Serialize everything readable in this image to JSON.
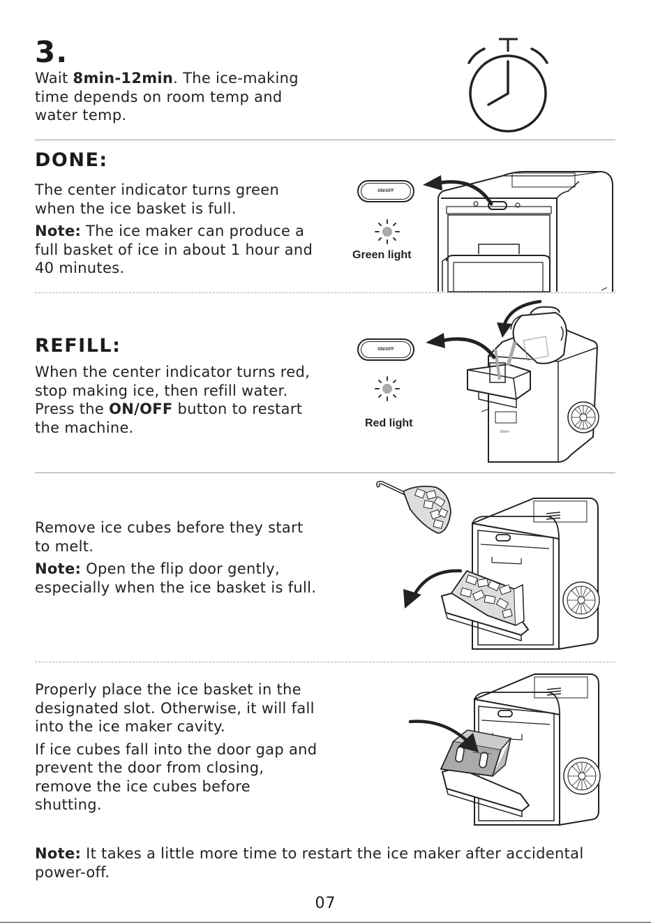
{
  "step3": {
    "number": "3.",
    "text_prefix": "Wait ",
    "text_bold": "8min-12min",
    "text_suffix": ". The ice-making time depends on room temp and water temp."
  },
  "done": {
    "heading": "DONE:",
    "paragraph": "The center indicator turns green when the ice basket is full.",
    "note_label": "Note:",
    "note_text": " The ice maker can produce a full basket of ice in about 1 hour and 40 minutes.",
    "button_label": "ON/OFF",
    "light_label": "Green light"
  },
  "refill": {
    "heading": "REFILL:",
    "text_before": "When the center indicator turns red, stop making ice, then refill water. Press the ",
    "text_bold": "ON/OFF",
    "text_after": " button to restart the machine.",
    "button_label": "ON/OFF",
    "light_label": "Red light"
  },
  "remove": {
    "paragraph": "Remove ice cubes before they start to melt.",
    "note_label": "Note:",
    "note_text": " Open the flip door gently, especially when the ice basket is full."
  },
  "basket": {
    "paragraph1": "Properly place the ice basket in the designated slot. Otherwise, it will fall into the ice maker cavity.",
    "paragraph2": "If ice cubes fall into the door gap and prevent the door from closing, remove the ice cubes before shutting."
  },
  "footer_note": {
    "label": "Note:",
    "text": " It takes a little more time to restart the ice maker after accidental power-off."
  },
  "page_number": "07",
  "icons": [
    "timer-icon",
    "light-indicator-icon",
    "ice-maker-illustration",
    "water-jug-illustration",
    "ice-scoop-illustration",
    "ice-basket-illustration",
    "arrow-icon"
  ]
}
